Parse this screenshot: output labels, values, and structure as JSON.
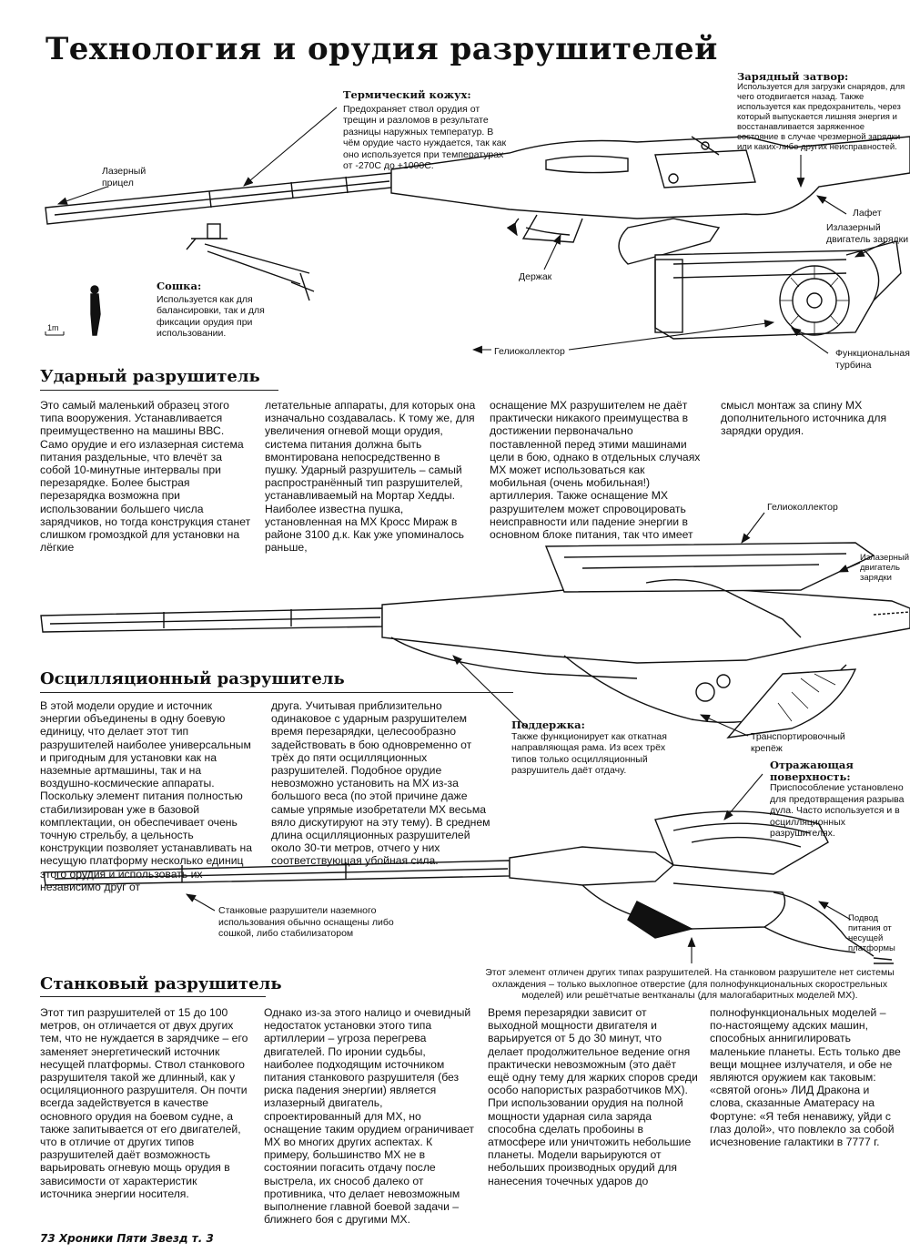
{
  "page": {
    "title": "Технология и орудия разрушителей",
    "footer": "73 Хроники Пяти Звезд т. 3"
  },
  "diagram1": {
    "labels": {
      "thermal_head": "Термический кожух:",
      "thermal_text": "Предохраняет ствол орудия от трещин и разломов в результате разницы наружных температур. В чём орудие часто нуждается, так как оно используется при температурах от -270С до +1000С.",
      "breech_head": "Зарядный затвор:",
      "breech_text": "Используется для загрузки снарядов, для чего отодвигается назад. Также используется как предохранитель, через который выпускается лишняя энергия и восстанавливается заряженное состояние в случае чрезмерной зарядки или каких-либо других неисправностей.",
      "laser_sight": "Лазерный прицел",
      "carriage": "Лафет",
      "emitter": "Излазерный двигатель зарядки",
      "grip": "Держак",
      "bipod_head": "Сошка:",
      "bipod_text": "Используется как для балансировки, так и для фиксации орудия при использовании.",
      "scale": "1m",
      "heliocollector": "Гелиоколлектор",
      "turbine": "Функциональная турбина"
    }
  },
  "section1": {
    "heading": "Ударный разрушитель",
    "col1": "Это самый маленький образец этого типа вооружения. Устанавливается преимущественно на машины ВВС. Само орудие и его излазерная система питания раздельные, что влечёт за собой 10-минутные интервалы при перезарядке. Более быстрая перезарядка возможна при использовании большего числа зарядчиков, но тогда конструкция станет слишком громоздкой для установки на лёгкие",
    "col2": "летательные аппараты, для которых она изначально создавалась. К тому же, для увеличения огневой мощи орудия, система питания должна быть вмонтирована непосредственно в пушку. Ударный разрушитель – самый распространённый тип разрушителей, устанавливаемый на Мортар Хедды. Наиболее известна пушка, установленная на МХ Кросс Мираж в районе 3100 д.к. Как уже упоминалось раньше,",
    "col3": "оснащение МХ разрушителем не даёт практически никакого преимущества в достижении первоначально поставленной перед этими машинами цели в бою, однако в отдельных случаях МХ может использоваться как мобильная (очень мобильная!) артиллерия. Также оснащение МХ разрушителем может спровоцировать неисправности или падение энергии в основном блоке питания, так что имеет",
    "col4": "смысл монтаж за спину МХ дополнительного источника для зарядки орудия."
  },
  "diagram2": {
    "labels": {
      "heliocollector": "Гелиоколлектор",
      "emitter": "Излазерный двигатель зарядки",
      "support_head": "Поддержка:",
      "support_text": "Также функционирует как откатная направляющая рама. Из всех трёх типов только осцилляционный разрушитель даёт отдачу.",
      "transport": "Транспортировочный крепёж"
    }
  },
  "section2": {
    "heading": "Осцилляционный разрушитель",
    "col1": "В этой модели орудие и источник энергии объединены в одну боевую единицу, что делает этот тип разрушителей наиболее универсальным и пригодным для установки как на наземные артмашины, так и на воздушно-космические аппараты. Поскольку элемент питания полностью стабилизирован уже в базовой комплектации, он обеспечивает очень точную стрельбу, а цельность конструкции позволяет устанавливать на несущую платформу несколько единиц этого орудия и использовать их независимо друг от",
    "col2": "друга. Учитывая приблизительно одинаковое с ударным разрушителем время перезарядки, целесообразно задействовать в бою одновременно от трёх до пяти осцилляционных разрушителей. Подобное орудие невозможно установить на МХ из-за большого веса (по этой причине даже самые упрямые изобретатели МХ весьма вяло дискутируют на эту тему). В среднем длина осцилляционных разрушителей около 30-ти метров, отчего у них соответствующая убойная сила."
  },
  "diagram3": {
    "labels": {
      "reflect_head": "Отражающая поверхность:",
      "reflect_text": "Приспособление установлено для предотвращения разрыва дула. Часто используется и в осцилляционных разрушителях.",
      "mount_note": "Станковые разрушители наземного использования обычно оснащены либо сошкой, либо стабилизатором",
      "feed": "Подвод питания от несущей платформы",
      "element_note": "Этот элемент отличен других типах разрушителей. На станковом разрушителе нет системы охлаждения – только выхлопное отверстие (для полнофункциональных скорострельных моделей) или решётчатые вентканалы (для малогабаритных моделей МХ)."
    }
  },
  "section3": {
    "heading": "Станковый разрушитель",
    "col1": "Этот тип разрушителей от 15 до 100 метров, он отличается от двух других тем, что не нуждается в зарядчике – его заменяет энергетический источник несущей платформы. Ствол станкового разрушителя такой же длинный, как у осциляционного разрушителя. Он почти всегда задействуется в качестве основного орудия на боевом судне, а также запитывается от его двигателей, что в отличие от других типов разрушителей даёт возможность варьировать огневую мощь орудия в зависимости от характеристик источника энергии носителя.",
    "col2": "Однако из-за этого налицо и очевидный недостаток установки этого типа артиллерии – угроза перегрева двигателей. По иронии судьбы, наиболее подходящим источником питания станкового разрушителя (без риска падения энергии) является излазерный двигатель, спроектированный для МХ, но оснащение таким орудием ограничивает МХ во многих других аспектах. К примеру, большинство МХ не в состоянии погасить отдачу после выстрела, их снособ далеко от противника, что делает невозможным выполнение главной боевой задачи – ближнего боя с другими МХ.",
    "col3": "Время перезарядки зависит от выходной мощности двигателя и варьируется от 5 до 30 минут, что делает продолжительное ведение огня практически невозможным (это даёт ещё одну тему для жарких споров среди особо напористых разработчиков МХ). При использовании орудия на полной мощности ударная сила заряда способна сделать пробоины в атмосфере или уничтожить небольшие планеты. Модели варьируются от небольших производных орудий для нанесения точечных ударов до",
    "col4": "полнофункциональных моделей – по-настоящему адских машин, способных аннигилировать маленькие планеты. Есть только две вещи мощнее излучателя, и обе не являются оружием как таковым: «святой огонь» ЛИД Дракона и слова, сказанные Аматерасу на Фортуне: «Я тебя ненавижу, уйди с глаз долой», что повлекло за собой исчезновение галактики в 7777 г."
  }
}
